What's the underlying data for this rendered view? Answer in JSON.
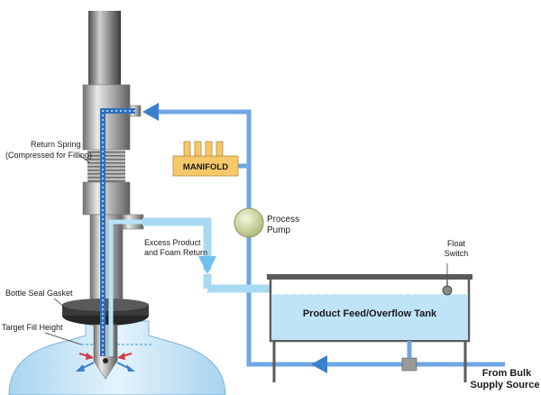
{
  "labels": {
    "return_spring_line1": "Return Spring",
    "return_spring_line2": "(Compressed for Filling)",
    "manifold": "MANIFOLD",
    "process_pump_line1": "Process",
    "process_pump_line2": "Pump",
    "excess_line1": "Excess Product",
    "excess_line2": "and Foam Return",
    "float_switch_line1": "Float",
    "float_switch_line2": "Switch",
    "bottle_seal_gasket": "Bottle Seal Gasket",
    "target_fill_height": "Target Fill Height",
    "tank": "Product Feed/Overflow Tank",
    "bulk_line1": "From Bulk",
    "bulk_line2": "Supply Source"
  },
  "colors": {
    "supply_pipe": "#6fa6e4",
    "return_pipe": "#a9daf3",
    "flow_arrow": "#3a7fd0",
    "liquid": "#bfe3f7",
    "manifold": "#f5c96a",
    "pump": "#d6dfa6",
    "steel_light": "#dcdcdc",
    "steel_dark": "#7d7d7d",
    "gasket": "#2e2e2e",
    "bottle": "#c9e6f7",
    "outward_arrow": "#3a7fd0",
    "inward_arrow": "#d63a4a"
  },
  "icons": {
    "flow": "arrow-icon",
    "pump": "pump-icon",
    "float": "float-switch-icon"
  }
}
